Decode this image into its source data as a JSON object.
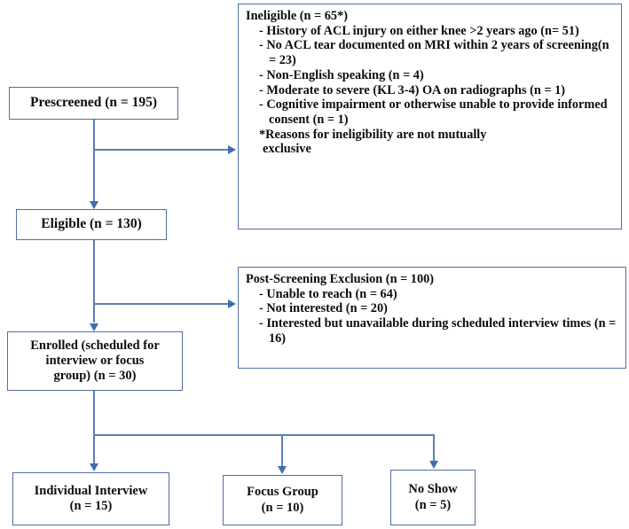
{
  "diagram": {
    "title": "Participant recruitment and enrollment flow diagram",
    "accent_color": "#4f6fa6",
    "line_color": "#5b80b0",
    "arrow_color": "#3f6cae",
    "background": "#ffffff"
  },
  "nodes": {
    "prescreened": {
      "label": "Prescreened (n = 195)"
    },
    "eligible": {
      "label": "Eligible (n = 130)"
    },
    "enrolled": {
      "line1": "Enrolled  (scheduled for",
      "line2": "interview or focus",
      "line3": "group) (n = 30)"
    },
    "individual_interview": {
      "line1": "Individual  Interview",
      "line2": "(n = 15)"
    },
    "focus_group": {
      "line1": "Focus Group",
      "line2": "(n = 10)"
    },
    "no_show": {
      "line1": "No Show",
      "line2": "(n = 5)"
    },
    "ineligible": {
      "title": "Ineligible (n = 65*)",
      "items": [
        "- History of ACL  injury on either knee >2 years ago (n= 51)",
        "- No ACL  tear documented on MRI within 2 years of screening(n = 23)",
        "- Non-English speaking (n = 4)",
        "- Moderate to severe (KL 3-4) OA on radiographs (n = 1)",
        "- Cognitive impairment or otherwise unable to provide informed consent (n = 1)"
      ],
      "note_line1": "*Reasons for ineligibility are not mutually",
      "note_line2": "exclusive"
    },
    "post_screening_exclusion": {
      "title": "Post-Screening Exclusion (n = 100)",
      "items": [
        "- Unable to reach (n = 64)",
        "- Not interested (n = 20)",
        "- Interested but unavailable during scheduled interview times (n = 16)"
      ]
    }
  }
}
